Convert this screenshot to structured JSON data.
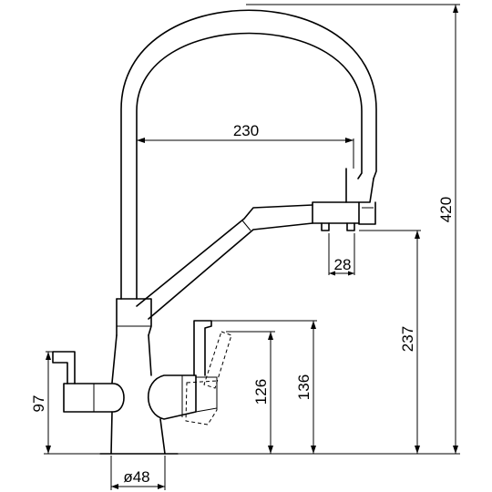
{
  "dimensions": {
    "spout_reach": "230",
    "outlet_spacing": "28",
    "total_height": "420",
    "outlet_height": "237",
    "side_handle_height": "136",
    "side_body_height": "126",
    "lever_height": "97",
    "base_diameter": "ø48"
  },
  "colors": {
    "line": "#000000",
    "background": "#ffffff"
  }
}
